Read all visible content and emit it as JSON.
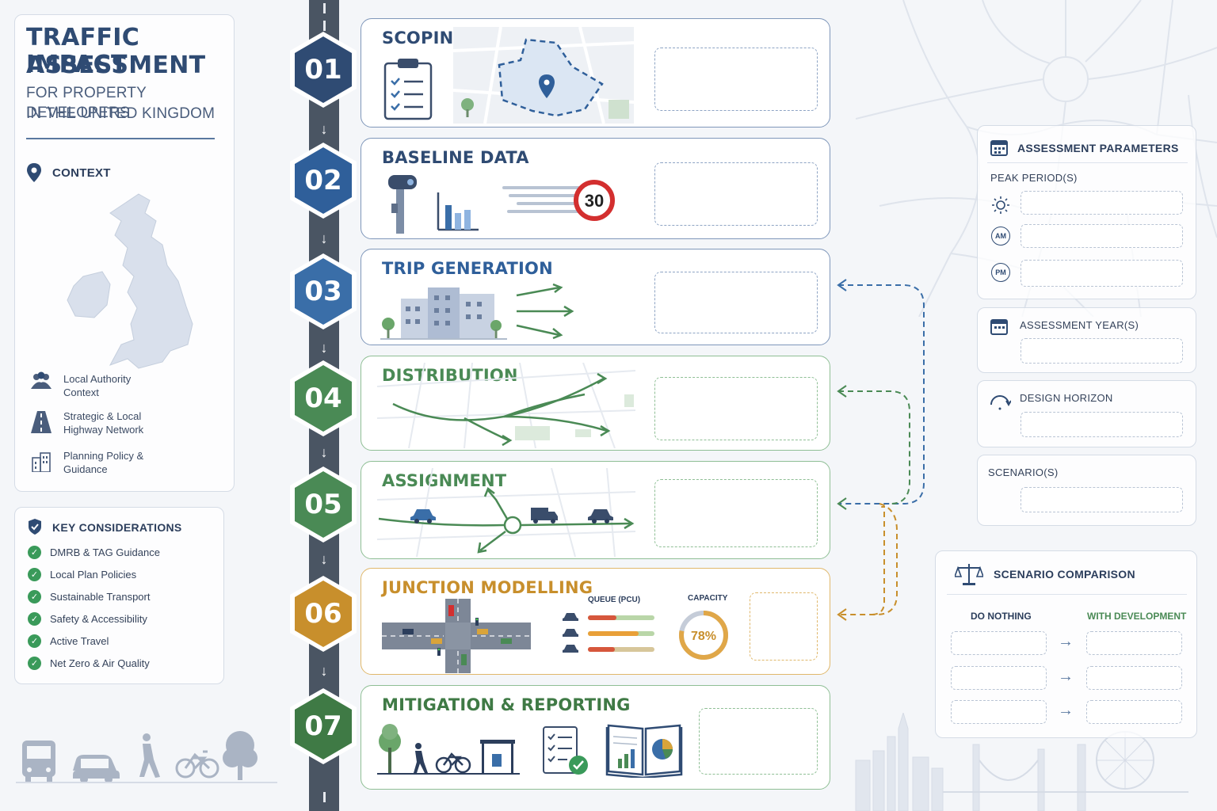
{
  "header": {
    "title_line1": "TRAFFIC IMPACT",
    "title_line2": "ASSESSMENT",
    "subtitle_line1": "FOR PROPERTY DEVELOPERS",
    "subtitle_line2": "IN THE UNITED KINGDOM"
  },
  "context": {
    "label": "CONTEXT",
    "items": [
      {
        "line1": "Local Authority",
        "line2": "Context",
        "icon": "people-icon"
      },
      {
        "line1": "Strategic & Local",
        "line2": "Highway Network",
        "icon": "road-icon"
      },
      {
        "line1": "Planning Policy &",
        "line2": "Guidance",
        "icon": "building-icon"
      }
    ]
  },
  "key_considerations": {
    "title": "KEY CONSIDERATIONS",
    "items": [
      "DMRB & TAG Guidance",
      "Local Plan Policies",
      "Sustainable Transport",
      "Safety & Accessibility",
      "Active Travel",
      "Net Zero & Air Quality"
    ]
  },
  "steps": [
    {
      "number": "01",
      "title": "SCOPING",
      "color": "#2f4b73"
    },
    {
      "number": "02",
      "title": "BASELINE DATA",
      "color": "#2f5f9a"
    },
    {
      "number": "03",
      "title": "TRIP GENERATION",
      "color": "#3a6ea8"
    },
    {
      "number": "04",
      "title": "DISTRIBUTION",
      "color": "#4a8a55"
    },
    {
      "number": "05",
      "title": "ASSIGNMENT",
      "color": "#4a8a55"
    },
    {
      "number": "06",
      "title": "JUNCTION MODELLING",
      "color": "#c88f2c"
    },
    {
      "number": "07",
      "title": "MITIGATION & REPORTING",
      "color": "#3f7a45"
    }
  ],
  "baseline": {
    "speed_limit": "30"
  },
  "junction": {
    "queue_label": "QUEUE (PCU)",
    "capacity_label": "CAPACITY",
    "capacity_value": "78%",
    "capacity_fraction": 0.78
  },
  "parameters": {
    "title": "ASSESSMENT PARAMETERS",
    "peak_label": "PEAK PERIOD(S)",
    "am": "AM",
    "pm": "PM",
    "year_label": "ASSESSMENT YEAR(S)",
    "horizon_label": "DESIGN HORIZON",
    "scenario_label": "SCENARIO(S)"
  },
  "scenario_comparison": {
    "title": "SCENARIO COMPARISON",
    "left": "DO NOTHING",
    "right": "WITH DEVELOPMENT"
  },
  "colors": {
    "navy": "#2f4b73",
    "blue": "#3a6ea8",
    "green": "#4a8a55",
    "amber": "#c88f2c",
    "check_green": "#3a9a5a"
  }
}
